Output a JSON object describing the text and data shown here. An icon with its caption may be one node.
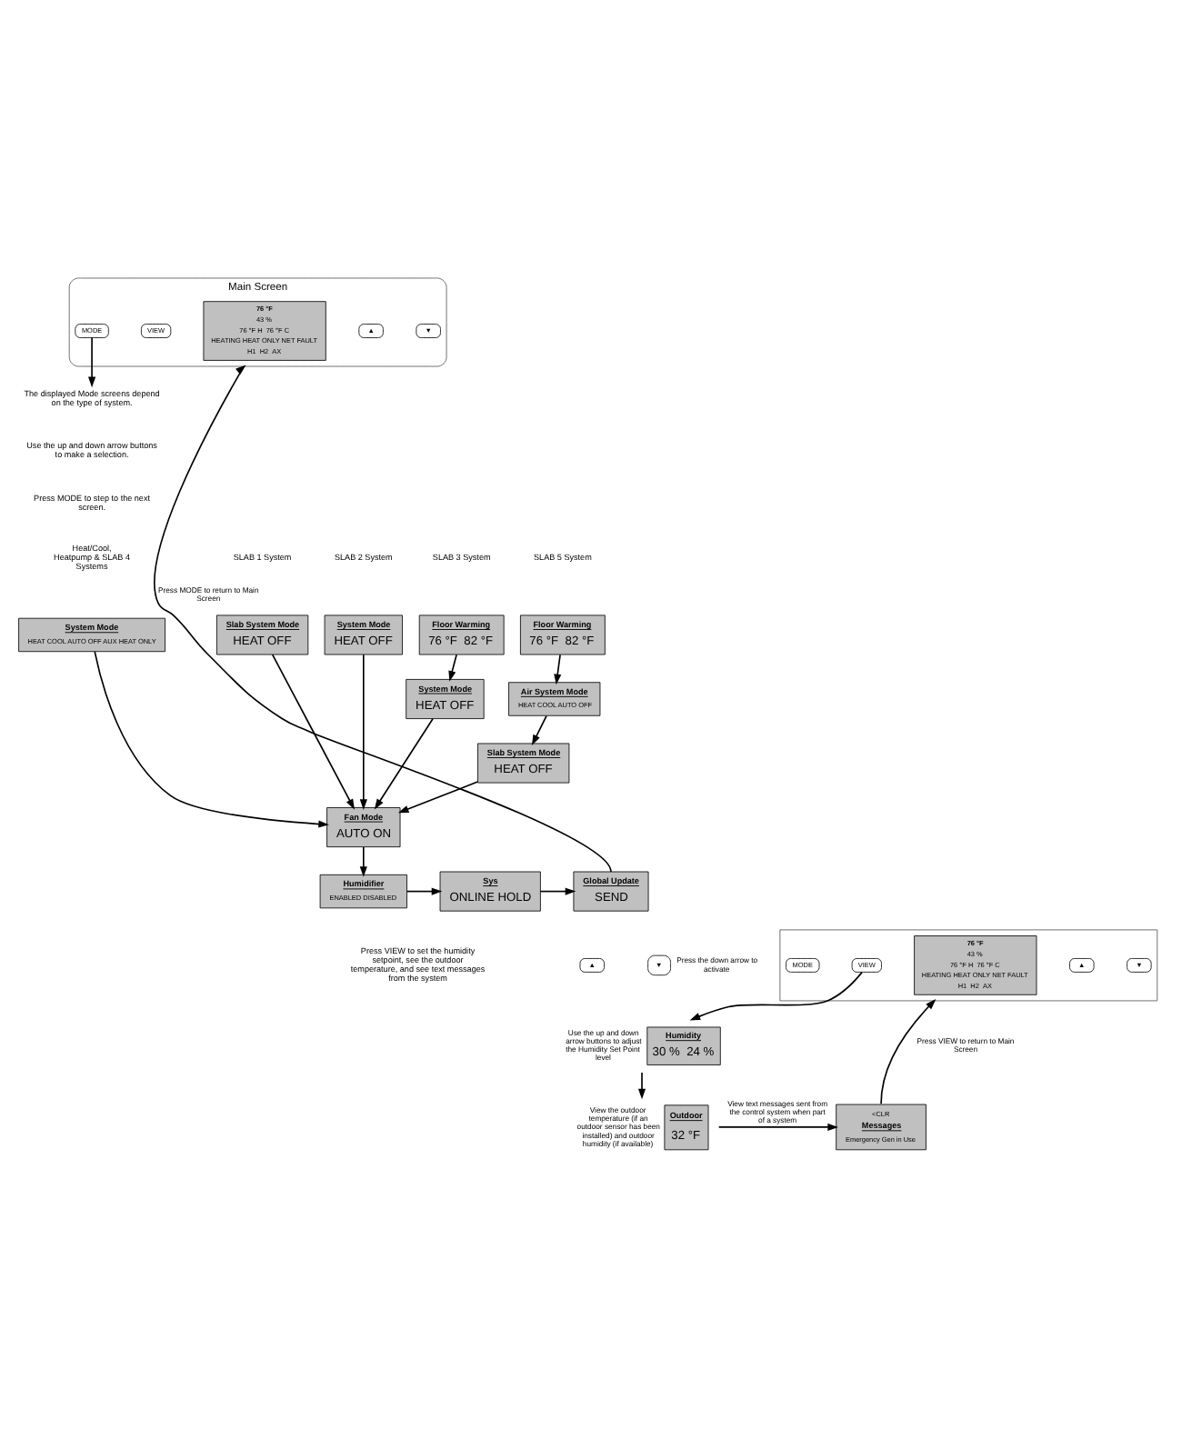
{
  "diagram": {
    "nodes": [
      {
        "text": [
          "Main Screen"
        ]
      },
      {
        "text": [
          "MODE"
        ],
        "in": 0
      },
      {
        "text": [
          "VIEW"
        ],
        "in": 0
      },
      {
        "text": [
          "76 °F",
          "43 %",
          "76 °F H  76 °F C",
          "HEATING HEAT ONLY NET FAULT",
          "H1  H2  AX"
        ],
        "in": 0
      },
      {
        "text": [
          "▲"
        ],
        "in": 0
      },
      {
        "text": [
          "▼"
        ],
        "in": 0
      },
      {
        "text": [
          "The displayed Mode screens depend on the type of system."
        ]
      },
      {
        "text": [
          "System Mode",
          "HEAT COOL AUTO OFF AUX HEAT ONLY"
        ]
      },
      {
        "text": [
          "Slab System Mode",
          "HEAT OFF"
        ]
      },
      {
        "text": [
          "System Mode",
          "HEAT OFF"
        ]
      },
      {
        "text": [
          "Floor Warming",
          "76 °F  82 °F"
        ]
      },
      {
        "text": [
          "Floor Warming",
          "76 °F  82 °F"
        ]
      },
      {
        "text": [
          "System Mode",
          "HEAT OFF"
        ]
      },
      {
        "text": [
          "Air System Mode",
          "HEAT COOL AUTO OFF"
        ]
      },
      {
        "text": [
          "Slab System Mode",
          "HEAT OFF"
        ]
      },
      {
        "text": [
          "Fan Mode",
          "AUTO ON"
        ]
      },
      {
        "text": [
          "Humidifier",
          "ENABLED DISABLED"
        ]
      },
      {
        "text": [
          "Sys",
          "ONLINE HOLD"
        ]
      },
      {
        "text": [
          "Global Update",
          "SEND"
        ]
      },
      {
        "text": [
          "▲"
        ]
      },
      {
        "text": [
          "▼"
        ],
        "beside": [
          "Press the down arrow to activate"
        ]
      },
      {
        "text": [],
        "shape": "box"
      },
      {
        "text": [
          "MODE"
        ],
        "in": 21
      },
      {
        "text": [
          "VIEW"
        ],
        "in": 21
      },
      {
        "text": [
          "76 °F",
          "43 %",
          "76 °F H  76 °F C",
          "HEATING HEAT ONLY NET FAULT",
          "H1  H2  AX"
        ],
        "in": 21
      },
      {
        "text": [
          "▲"
        ],
        "in": 21
      },
      {
        "text": [
          "▼"
        ],
        "in": 21
      },
      {
        "text": [
          "Humidity",
          "30 %  24 %"
        ],
        "beside": [
          "Use the up and down arrow buttons to adjust the Humidity Set Point level"
        ]
      },
      {
        "text": [
          "Outdoor",
          "32 °F"
        ],
        "beside": [
          "View the outdoor temperature (if an outdoor sensor has been installed) and outdoor humidity (if available)"
        ]
      },
      {
        "text": [
          "<CLR",
          "Messages",
          "Emergency Gen in Use"
        ]
      }
    ],
    "edges": [
      {
        "from": 1,
        "to": 6,
        "arrow": "to"
      },
      {
        "from": 7,
        "to": 15,
        "arrow": "to"
      },
      {
        "from": 8,
        "to": 15,
        "arrow": "to"
      },
      {
        "from": 9,
        "to": 15,
        "arrow": "to"
      },
      {
        "from": 10,
        "to": 12,
        "arrow": "to"
      },
      {
        "from": 11,
        "to": 13,
        "arrow": "to"
      },
      {
        "from": 12,
        "to": 15,
        "arrow": "to"
      },
      {
        "from": 13,
        "to": 14,
        "arrow": "to"
      },
      {
        "from": 14,
        "to": 15,
        "arrow": "to"
      },
      {
        "from": 15,
        "to": 16,
        "arrow": "to"
      },
      {
        "from": 16,
        "to": 17,
        "arrow": "to"
      },
      {
        "from": 17,
        "to": 18,
        "arrow": "to"
      },
      {
        "from": 18,
        "to": 0,
        "arrow": "to",
        "label": "Press MODE to return to Main Screen"
      },
      {
        "from": 23,
        "to": 27,
        "arrow": "to"
      },
      {
        "from": 27,
        "to": 28,
        "arrow": "to"
      },
      {
        "from": 28,
        "to": 29,
        "arrow": "to",
        "label": "View text messages sent from the control system when part of a system"
      },
      {
        "from": 29,
        "to": 21,
        "arrow": "to",
        "label": "Press VIEW to return to Main Screen"
      }
    ],
    "labels": [
      "Use the up and down arrow buttons to make a selection.",
      "Press MODE to step to the next screen.",
      "Heat/Cool, Heatpump & SLAB 4 Systems",
      "SLAB 1 System",
      "SLAB 2 System",
      "SLAB 3 System",
      "SLAB 5 System",
      "Press VIEW to set the humidity setpoint, see the outdoor temperature, and see text messages from the system"
    ]
  }
}
